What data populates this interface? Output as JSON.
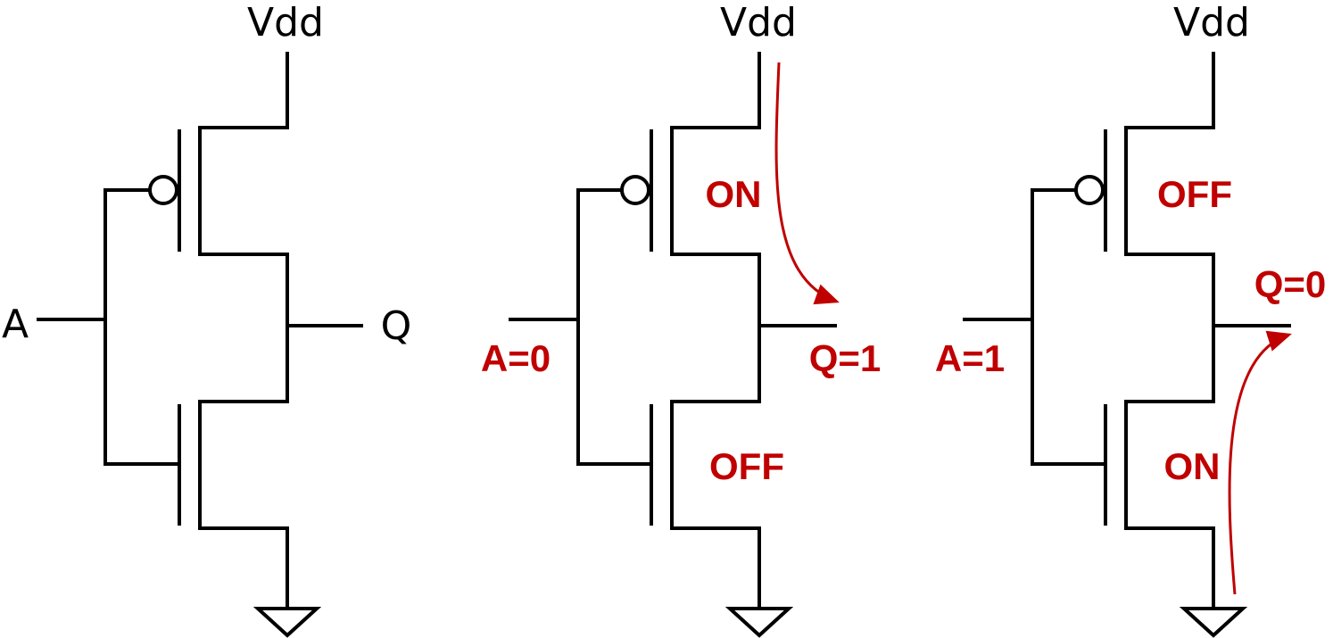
{
  "colors": {
    "wire": "#000000",
    "annotation": "#C00000"
  },
  "circuits": [
    {
      "vdd_label": "Vdd",
      "input_label": "A",
      "output_label": "Q",
      "pmos_state": "",
      "nmos_state": ""
    },
    {
      "vdd_label": "Vdd",
      "input_label": "A=0",
      "output_label": "Q=1",
      "pmos_state": "ON",
      "nmos_state": "OFF"
    },
    {
      "vdd_label": "Vdd",
      "input_label": "A=1",
      "output_label": "Q=0",
      "pmos_state": "OFF",
      "nmos_state": "ON"
    }
  ]
}
